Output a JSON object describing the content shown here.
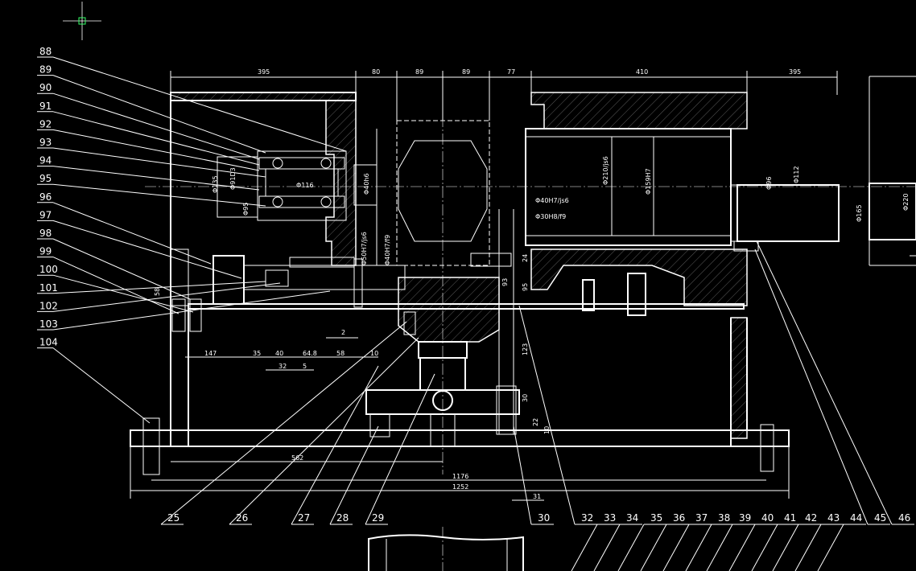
{
  "left_labels": [
    "88",
    "89",
    "90",
    "91",
    "92",
    "93",
    "94",
    "95",
    "96",
    "97",
    "98",
    "99",
    "100",
    "101",
    "102",
    "103",
    "104"
  ],
  "bottom_labels": [
    "25",
    "26",
    "27",
    "28",
    "29",
    "30",
    "32",
    "33",
    "34",
    "35",
    "36",
    "37",
    "38",
    "39",
    "40",
    "41",
    "42",
    "43",
    "44",
    "45",
    "46"
  ],
  "top_dims": [
    "395",
    "80",
    "89",
    "89",
    "77",
    "410",
    "395"
  ],
  "bottom_dims": [
    "562",
    "1176",
    "1252",
    "31"
  ],
  "row_dims": [
    "147",
    "35",
    "40",
    "64.8",
    "58",
    "10",
    "32",
    "5",
    "2"
  ],
  "inner_dims": [
    "Φ135",
    "Φ40h6",
    "Φ50H7/js6",
    "Φ40H7/js6",
    "Φ30H8/f9",
    "Φ40H7/f9",
    "Φ210/js6",
    "Φ159H7",
    "Φ96",
    "Φ112",
    "Φ165",
    "Φ220",
    "Φ95",
    "Φ91D3",
    "Φ116",
    "58",
    "93",
    "95",
    "123",
    "24",
    "22",
    "10",
    "30"
  ]
}
